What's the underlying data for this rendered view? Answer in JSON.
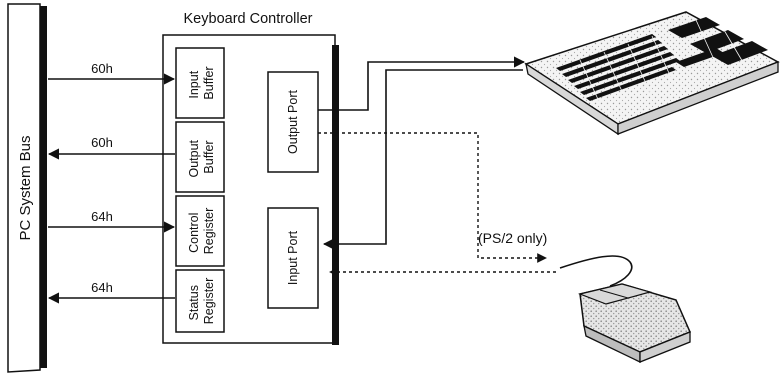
{
  "bus": {
    "label": "PC System Bus"
  },
  "controller": {
    "title": "Keyboard Controller"
  },
  "registers": [
    {
      "line1": "Input",
      "line2": "Buffer"
    },
    {
      "line1": "Output",
      "line2": "Buffer"
    },
    {
      "line1": "Control",
      "line2": "Register"
    },
    {
      "line1": "Status",
      "line2": "Register"
    }
  ],
  "ports": {
    "output": "Output Port",
    "input": "Input Port"
  },
  "addresses": [
    "60h",
    "60h",
    "64h",
    "64h"
  ],
  "note": "(PS/2  only)",
  "icons": {
    "keyboard": "keyboard-icon",
    "mouse": "mouse-icon"
  }
}
